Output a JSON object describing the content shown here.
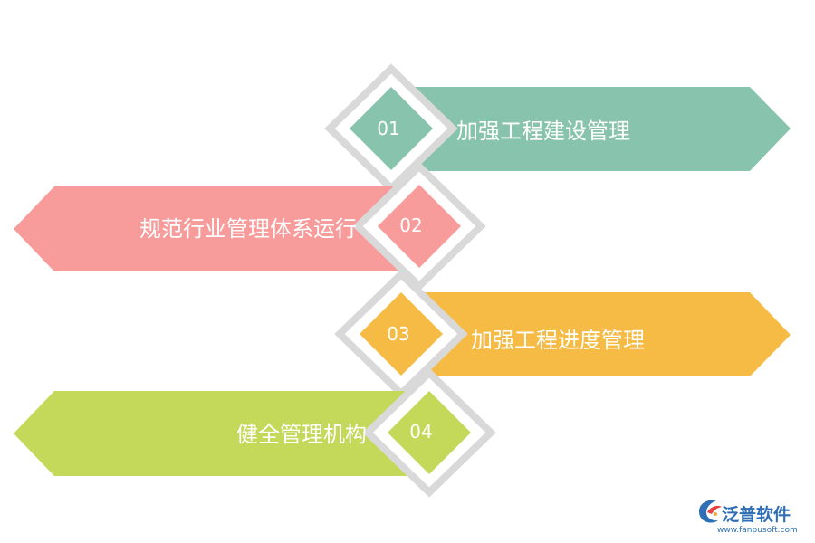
{
  "colors": {
    "diamond_border": "#d9d9d9",
    "diamond_border_stroke": "#cfcfcf",
    "text": "#ffffff"
  },
  "items": [
    {
      "number": "01",
      "label": "加强工程建设管理",
      "color": "#87c3ad",
      "direction": "right"
    },
    {
      "number": "02",
      "label": "规范行业管理体系运行",
      "color": "#f79c9b",
      "direction": "left"
    },
    {
      "number": "03",
      "label": "加强工程进度管理",
      "color": "#f6bb45",
      "direction": "right"
    },
    {
      "number": "04",
      "label": "健全管理机构",
      "color": "#c4d95a",
      "direction": "left"
    }
  ],
  "logo": {
    "brand": "泛普软件",
    "url": "www.fanpusoft.com",
    "icon": "fanpu-logo-icon",
    "color": "#2f6fb5"
  }
}
